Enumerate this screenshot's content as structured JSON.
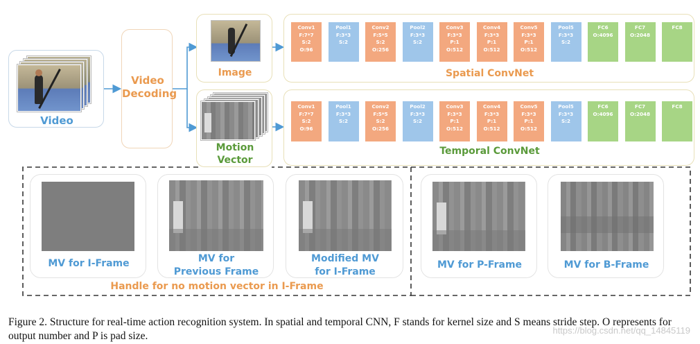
{
  "labels": {
    "video": "Video",
    "video_decoding": "Video\nDecoding",
    "image": "Image",
    "motion_vector": "Motion\nVector",
    "spatial_convnet": "Spatial ConvNet",
    "temporal_convnet": "Temporal ConvNet",
    "handle_note": "Handle for no motion vector in I-Frame"
  },
  "spatial_layers": [
    {
      "type": "conv",
      "text": "Conv1\nF:7*7\nS:2\nO:96"
    },
    {
      "type": "pool",
      "text": "Pool1\nF:3*3\nS:2"
    },
    {
      "type": "conv",
      "text": "Conv2\nF:5*5\nS:2\nO:256"
    },
    {
      "type": "pool",
      "text": "Pool2\nF:3*3\nS:2"
    },
    {
      "type": "conv",
      "text": "Conv3\nF:3*3\nP:1\nO:512"
    },
    {
      "type": "conv",
      "text": "Conv4\nF:3*3\nP:1\nO:512"
    },
    {
      "type": "conv",
      "text": "Conv5\nF:3*3\nP:1\nO:512"
    },
    {
      "type": "pool",
      "text": "Pool5\nF:3*3\nS:2"
    },
    {
      "type": "fc",
      "text": "FC6\nO:4096"
    },
    {
      "type": "fc",
      "text": "FC7\nO:2048"
    },
    {
      "type": "fc",
      "text": "FC8"
    }
  ],
  "temporal_layers": [
    {
      "type": "conv",
      "text": "Conv1\nF:7*7\nS:2\nO:96"
    },
    {
      "type": "pool",
      "text": "Pool1\nF:3*3\nS:2"
    },
    {
      "type": "conv",
      "text": "Conv2\nF:5*5\nS:2\nO:256"
    },
    {
      "type": "pool",
      "text": "Pool2\nF:3*3\nS:2"
    },
    {
      "type": "conv",
      "text": "Conv3\nF:3*3\nP:1\nO:512"
    },
    {
      "type": "conv",
      "text": "Conv4\nF:3*3\nP:1\nO:512"
    },
    {
      "type": "conv",
      "text": "Conv5\nF:3*3\nP:1\nO:512"
    },
    {
      "type": "pool",
      "text": "Pool5\nF:3*3\nS:2"
    },
    {
      "type": "fc",
      "text": "FC6\nO:4096"
    },
    {
      "type": "fc",
      "text": "FC7\nO:2048"
    },
    {
      "type": "fc",
      "text": "FC8"
    }
  ],
  "mv_panels": [
    {
      "label": "MV for I-Frame"
    },
    {
      "label": "MV for\nPrevious Frame"
    },
    {
      "label": "Modified MV\nfor I-Frame"
    },
    {
      "label": "MV for P-Frame"
    },
    {
      "label": "MV for B-Frame"
    }
  ],
  "caption": "Figure 2. Structure for real-time action recognition system. In spatial and temporal CNN, F stands for kernel size and S means stride step. O represents for output number and P is pad size.",
  "watermark": "https://blog.csdn.net/qq_14845119",
  "colors": {
    "conv": "#f3a87f",
    "pool": "#9fc6ea",
    "fc": "#a7d585",
    "label_blue": "#4f9ad4",
    "label_orange": "#ea9a4f",
    "label_green": "#5a9a3a"
  }
}
